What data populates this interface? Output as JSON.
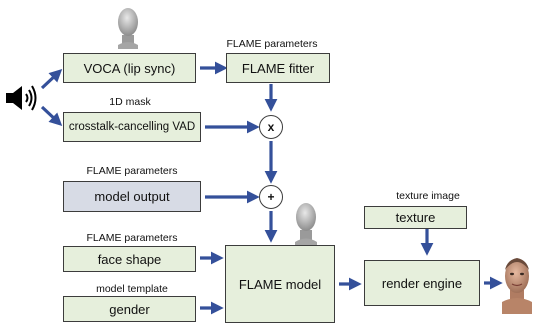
{
  "boxes": {
    "voca": "VOCA (lip sync)",
    "flame_fitter": "FLAME fitter",
    "vad": "crosstalk-cancelling VAD",
    "model_output": "model output",
    "face_shape": "face shape",
    "gender": "gender",
    "flame_model": "FLAME model",
    "texture": "texture",
    "render_engine": "render engine"
  },
  "labels": {
    "flame_params_top": "FLAME parameters",
    "mask": "1D mask",
    "flame_params_mid": "FLAME parameters",
    "flame_params_low": "FLAME parameters",
    "model_template": "model template",
    "texture_image": "texture image"
  },
  "operators": {
    "multiply": "x",
    "add": "+"
  },
  "icons": {
    "audio_input": "speaker-icon",
    "head_top": "gray-head-icon",
    "head_mid": "gray-head-icon",
    "head_output": "rendered-face-icon"
  },
  "colors": {
    "arrow": "#34509a",
    "box_green": "#e6efdc",
    "box_blue": "#d7dbe5"
  }
}
